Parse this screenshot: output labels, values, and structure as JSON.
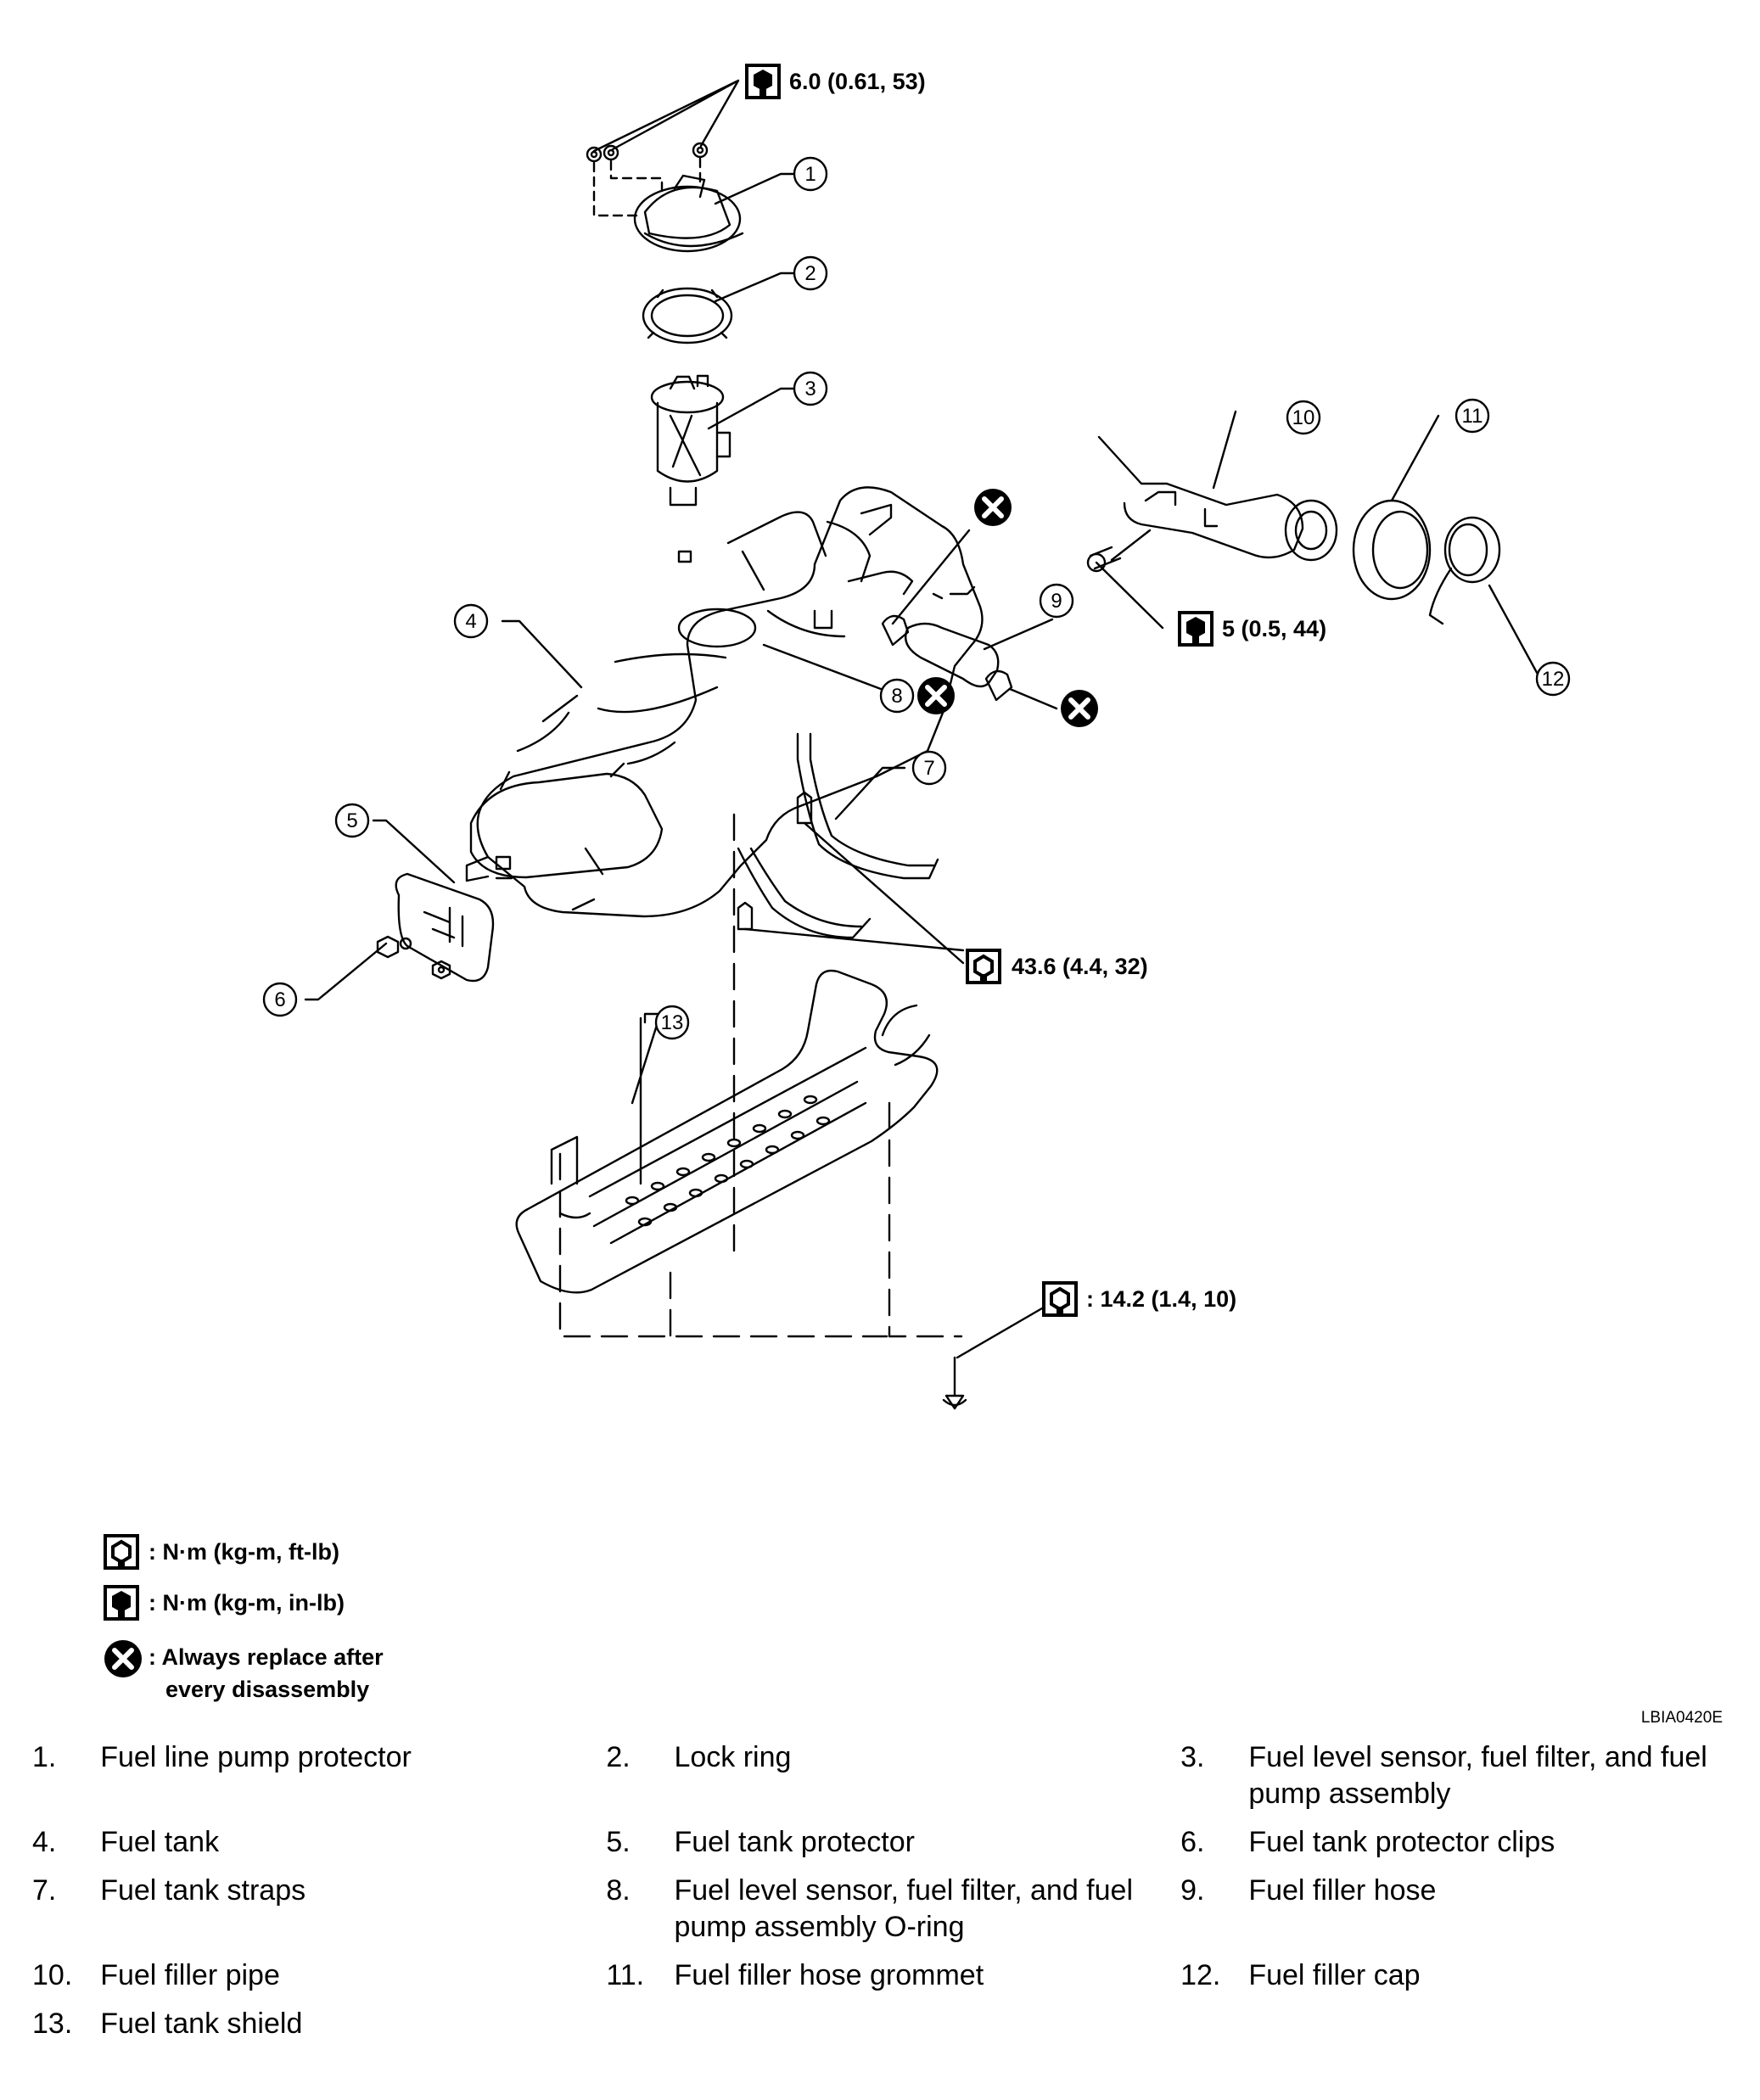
{
  "torque_specs": {
    "pump_protector_nuts": "6.0 (0.61, 53)",
    "filler_pipe_bolt": "5 (0.5, 44)",
    "strap_bolts": "43.6 (4.4, 32)",
    "shield_bolts": ": 14.2 (1.4, 10)"
  },
  "legend": {
    "ft_lb": ": N·m (kg-m, ft-lb)",
    "in_lb": ": N·m (kg-m, in-lb)",
    "replace_line1": ": Always replace after",
    "replace_line2": "every disassembly"
  },
  "figure_code": "LBIA0420E",
  "callouts": [
    "1",
    "2",
    "3",
    "4",
    "5",
    "6",
    "7",
    "8",
    "9",
    "10",
    "11",
    "12",
    "13"
  ],
  "parts": [
    {
      "num": "1.",
      "name": "Fuel line pump protector"
    },
    {
      "num": "2.",
      "name": "Lock ring"
    },
    {
      "num": "3.",
      "name": "Fuel level sensor, fuel filter, and fuel pump assembly"
    },
    {
      "num": "4.",
      "name": "Fuel tank"
    },
    {
      "num": "5.",
      "name": "Fuel tank protector"
    },
    {
      "num": "6.",
      "name": "Fuel tank protector clips"
    },
    {
      "num": "7.",
      "name": "Fuel tank straps"
    },
    {
      "num": "8.",
      "name": "Fuel level sensor, fuel filter, and fuel pump assembly O-ring"
    },
    {
      "num": "9.",
      "name": "Fuel filler hose"
    },
    {
      "num": "10.",
      "name": "Fuel filler pipe"
    },
    {
      "num": "11.",
      "name": "Fuel filler hose grommet"
    },
    {
      "num": "12.",
      "name": "Fuel filler cap"
    },
    {
      "num": "13.",
      "name": "Fuel tank shield"
    }
  ]
}
